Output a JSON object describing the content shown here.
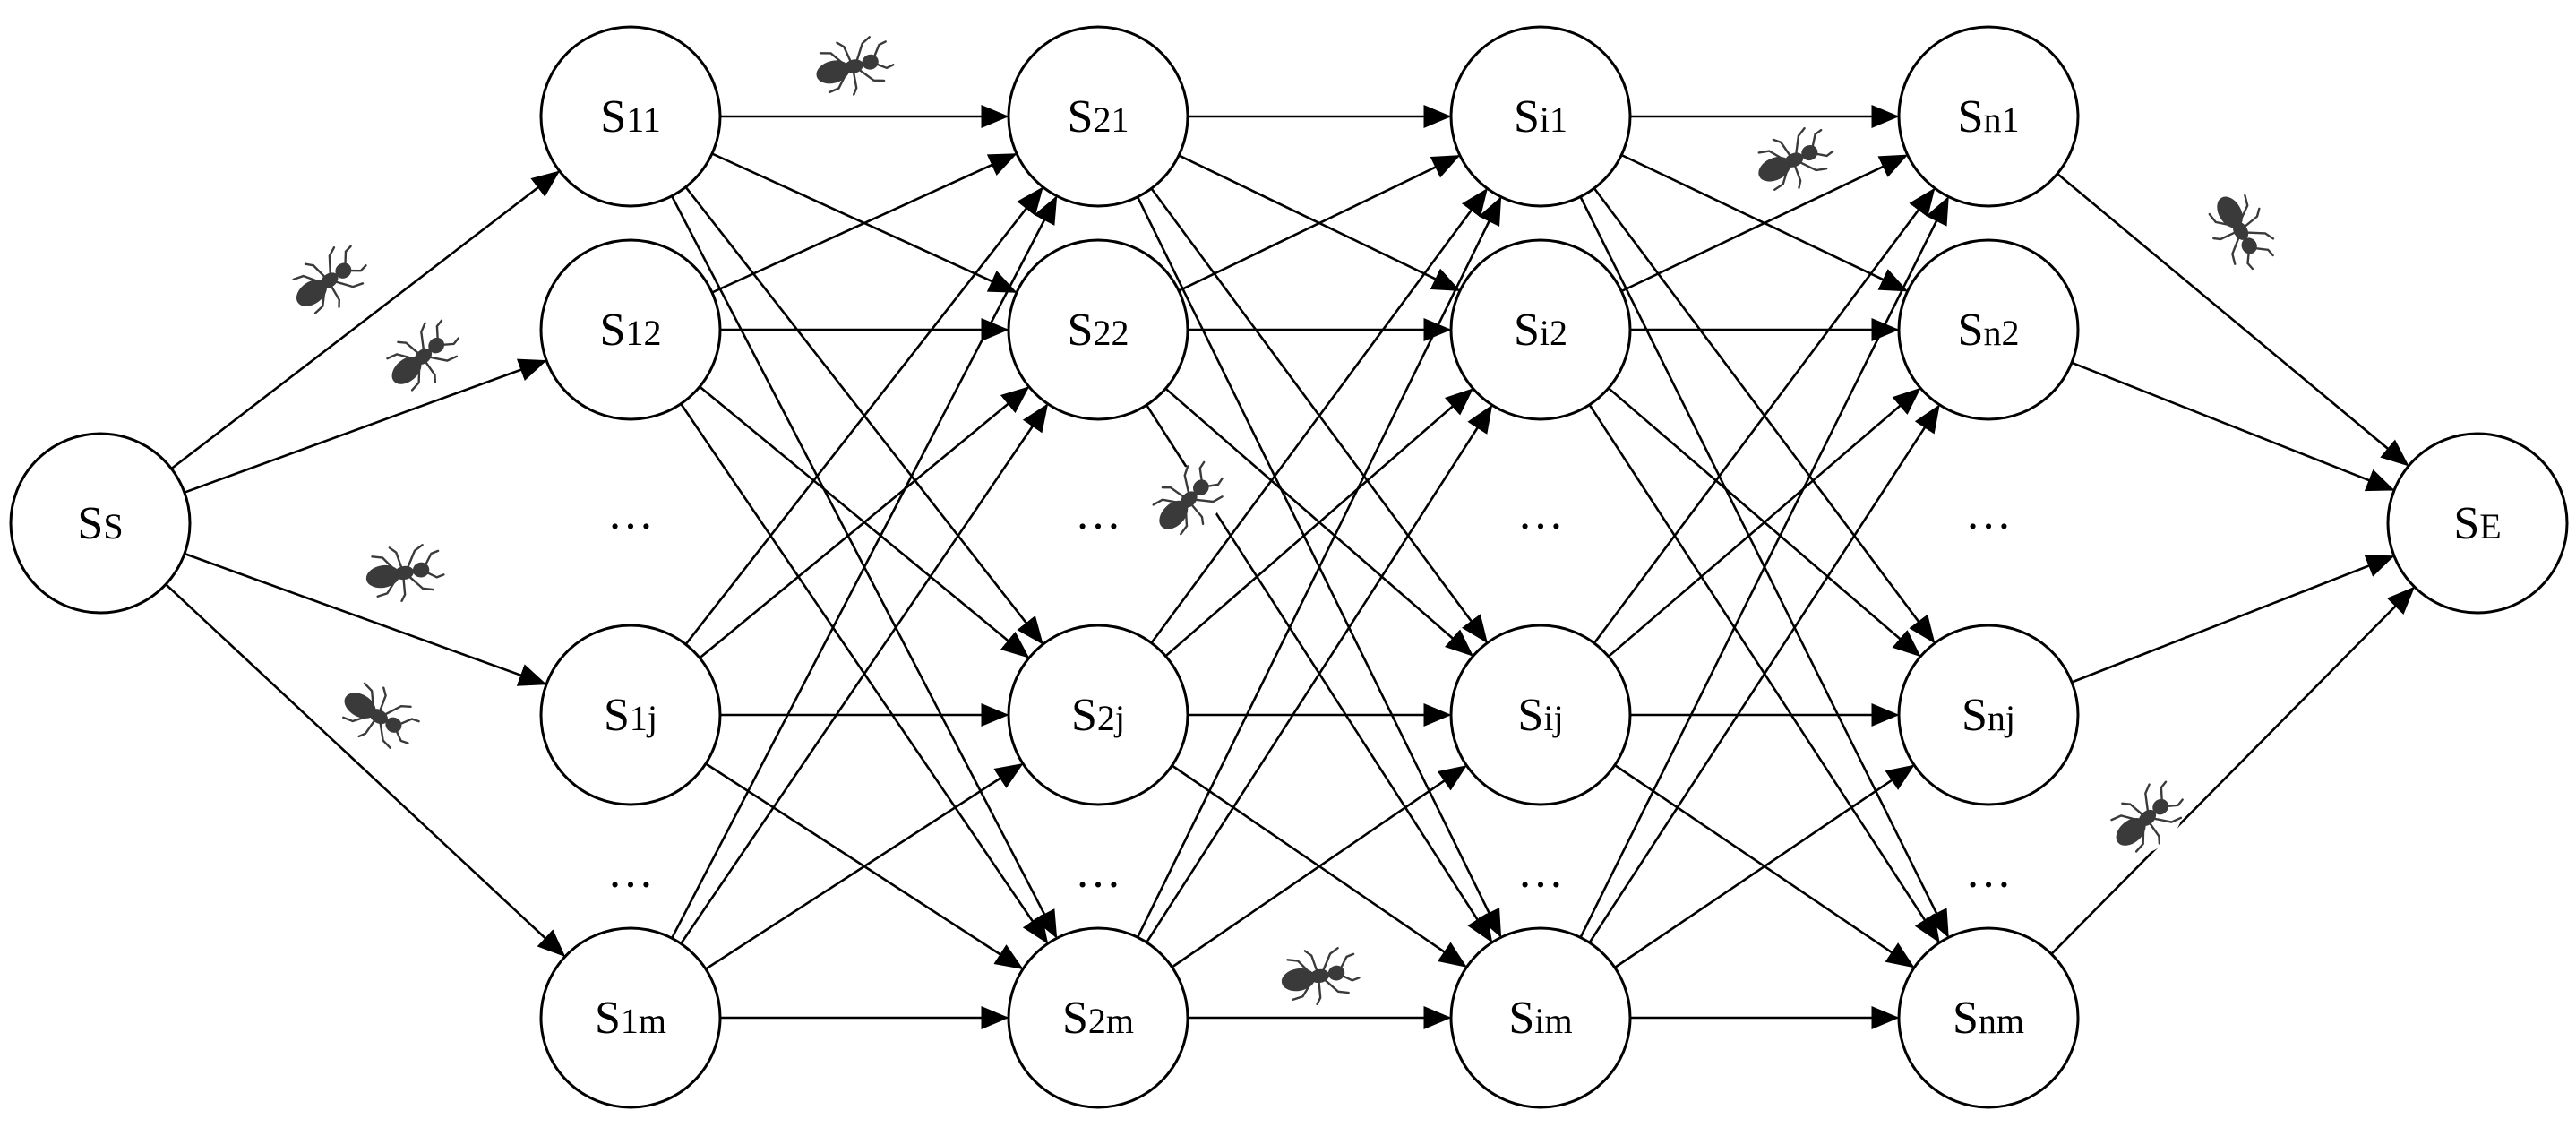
{
  "colors": {
    "stroke": "#000000",
    "background": "#ffffff",
    "ant": "#3a3a3a"
  },
  "ellipsis_text": "…",
  "nodes": [
    {
      "id": "S_start",
      "main": "S",
      "sub": "S"
    },
    {
      "id": "S11",
      "main": "S",
      "sub": "11"
    },
    {
      "id": "S12",
      "main": "S",
      "sub": "12"
    },
    {
      "id": "S1j",
      "main": "S",
      "sub": "1j"
    },
    {
      "id": "S1m",
      "main": "S",
      "sub": "1m"
    },
    {
      "id": "S21",
      "main": "S",
      "sub": "21"
    },
    {
      "id": "S22",
      "main": "S",
      "sub": "22"
    },
    {
      "id": "S2j",
      "main": "S",
      "sub": "2j"
    },
    {
      "id": "S2m",
      "main": "S",
      "sub": "2m"
    },
    {
      "id": "Si1",
      "main": "S",
      "sub": "i1"
    },
    {
      "id": "Si2",
      "main": "S",
      "sub": "i2"
    },
    {
      "id": "Sij",
      "main": "S",
      "sub": "ij"
    },
    {
      "id": "Sim",
      "main": "S",
      "sub": "im"
    },
    {
      "id": "Sn1",
      "main": "S",
      "sub": "n1"
    },
    {
      "id": "Sn2",
      "main": "S",
      "sub": "n2"
    },
    {
      "id": "Snj",
      "main": "S",
      "sub": "nj"
    },
    {
      "id": "Snm",
      "main": "S",
      "sub": "nm"
    },
    {
      "id": "S_end",
      "main": "S",
      "sub": "E"
    }
  ],
  "icons": [
    "ant-icon"
  ]
}
